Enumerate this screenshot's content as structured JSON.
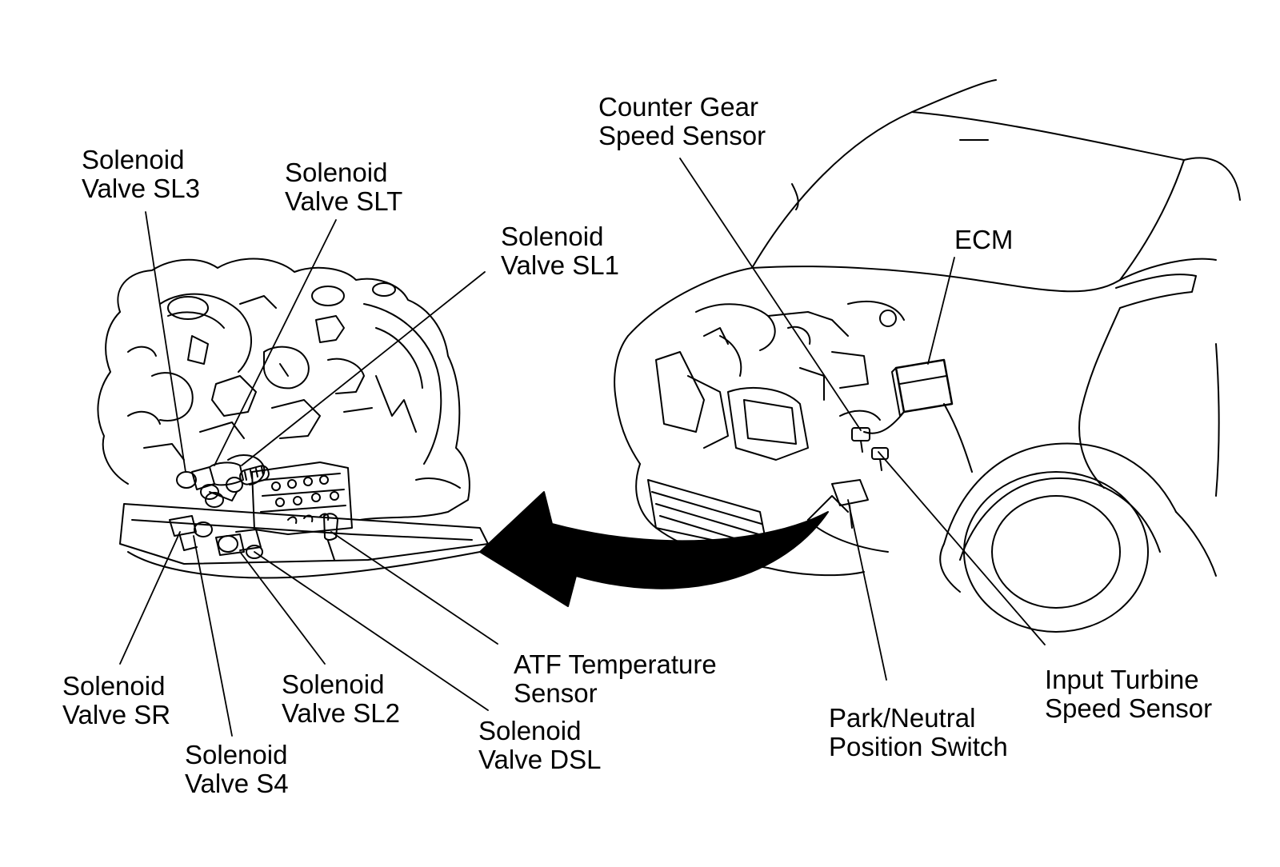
{
  "labels": {
    "sl3": {
      "line1": "Solenoid",
      "line2": "Valve SL3"
    },
    "slt": {
      "line1": "Solenoid",
      "line2": "Valve SLT"
    },
    "sl1": {
      "line1": "Solenoid",
      "line2": "Valve SL1"
    },
    "counter_gear": {
      "line1": "Counter Gear",
      "line2": "Speed Sensor"
    },
    "ecm": {
      "line1": "ECM"
    },
    "sr": {
      "line1": "Solenoid",
      "line2": "Valve SR"
    },
    "s4": {
      "line1": "Solenoid",
      "line2": "Valve S4"
    },
    "sl2": {
      "line1": "Solenoid",
      "line2": "Valve SL2"
    },
    "dsl": {
      "line1": "Solenoid",
      "line2": "Valve DSL"
    },
    "atf": {
      "line1": "ATF Temperature",
      "line2": "Sensor"
    },
    "park_neutral": {
      "line1": "Park/Neutral",
      "line2": "Position Switch"
    },
    "input_turbine": {
      "line1": "Input Turbine",
      "line2": "Speed Sensor"
    }
  },
  "colors": {
    "ink": "#000000",
    "paper": "#ffffff"
  }
}
